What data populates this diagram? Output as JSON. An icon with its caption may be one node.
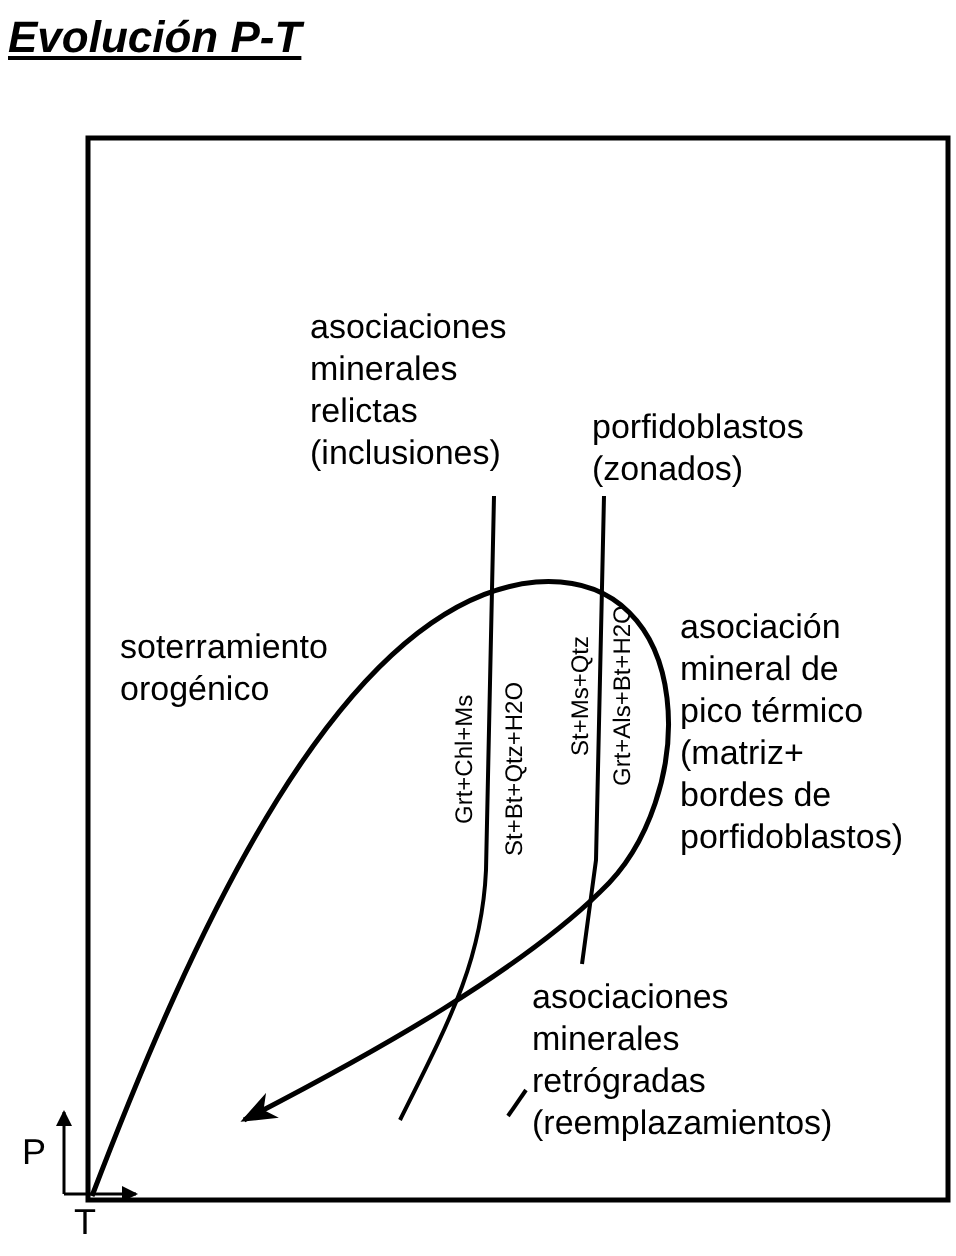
{
  "diagram": {
    "title": "Evolución P-T",
    "labels": [
      "asociaciones minerales relictas (inclusiones)",
      "porfidoblastos (zonados)",
      "soterramiento orogénico",
      "asociación mineral de pico térmico (matriz+ bordes de porfidoblastos)",
      "Grt+Chl+Ms",
      "St+Bt+Qtz+H2O",
      "St+Ms+Qtz",
      "Grt+Als+Bt+H2O",
      "asociaciones minerales retrógradas (reemplazamientos)",
      "P",
      "T"
    ]
  }
}
